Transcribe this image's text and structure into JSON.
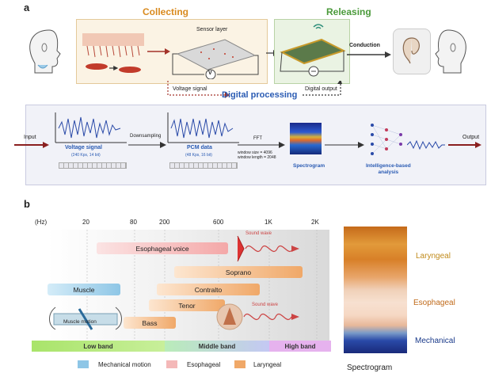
{
  "panel_a": {
    "label": "a",
    "collecting": "Collecting",
    "releasing": "Releasing",
    "sensor_layer": "Sensor layer",
    "v_symbol": "V",
    "voltage_signal": "Voltage signal",
    "digital_output": "Digital output",
    "digital_processing": "Digital processing",
    "conduction": "Conduction",
    "input": "Input",
    "output": "Output",
    "step1_title": "Voltage signal",
    "step1_sub": "(240 Kps, 14 bit)",
    "downsampling": "Downsampling",
    "step2_title": "PCM data",
    "step2_sub": "(48 Kps, 16 bit)",
    "fft": "FFT",
    "fft_params": "window size = 4096\nwindow length = 2048",
    "spectrogram": "Spectrogram",
    "analysis": "Intelligence-based\nanalysis"
  },
  "panel_b": {
    "label": "b",
    "hz_label": "(Hz)",
    "ticks": [
      "20",
      "80",
      "200",
      "600",
      "1K",
      "2K"
    ],
    "bars": {
      "esophageal": "Esophageal voice",
      "soprano": "Soprano",
      "contralto": "Contralto",
      "tenor": "Tenor",
      "bass": "Bass",
      "muscle": "Muscle"
    },
    "muscle_motion": "Muscle motion",
    "sound_wave": "Sound wave",
    "bands": {
      "low": "Low band",
      "middle": "Middle band",
      "high": "High band"
    },
    "legend": {
      "mechanical": "Mechanical motion",
      "esophageal": "Esophageal",
      "laryngeal": "Laryngeal"
    },
    "spectrogram_regions": {
      "laryngeal": "Laryngeal",
      "esophageal": "Esophageal",
      "mechanical": "Mechanical"
    },
    "spectrogram_title": "Spectrogram"
  },
  "colors": {
    "collecting": "#d98a1e",
    "releasing": "#4a9a3a",
    "digital": "#2a5bb3",
    "laryngeal_bar": "#f3b27a",
    "esophageal_bar": "#f4b8b8",
    "mechanical_bar": "#8ec6e6"
  }
}
